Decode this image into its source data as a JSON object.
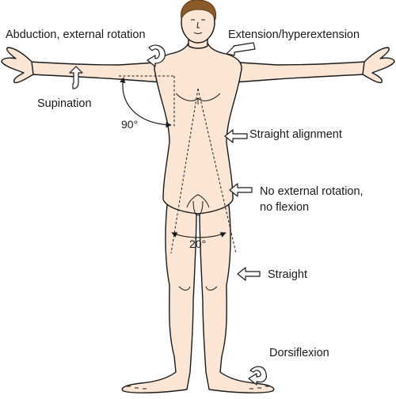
{
  "labels": {
    "abduction": "Abduction, external rotation",
    "extension": "Extension/hyperextension",
    "supination": "Supination",
    "angle_shoulder": "90°",
    "straight_alignment": "Straight alignment",
    "no_rotation_line1": "No external rotation,",
    "no_rotation_line2": "no flexion",
    "angle_legs": "20°",
    "straight": "Straight",
    "dorsiflexion": "Dorsiflexion"
  },
  "colors": {
    "skin": "#fbe6d6",
    "outline": "#1a1a1a",
    "hair": "#8a5a2b",
    "hair_dark": "#5e3a18",
    "arrow_fill": "#ffffff"
  }
}
